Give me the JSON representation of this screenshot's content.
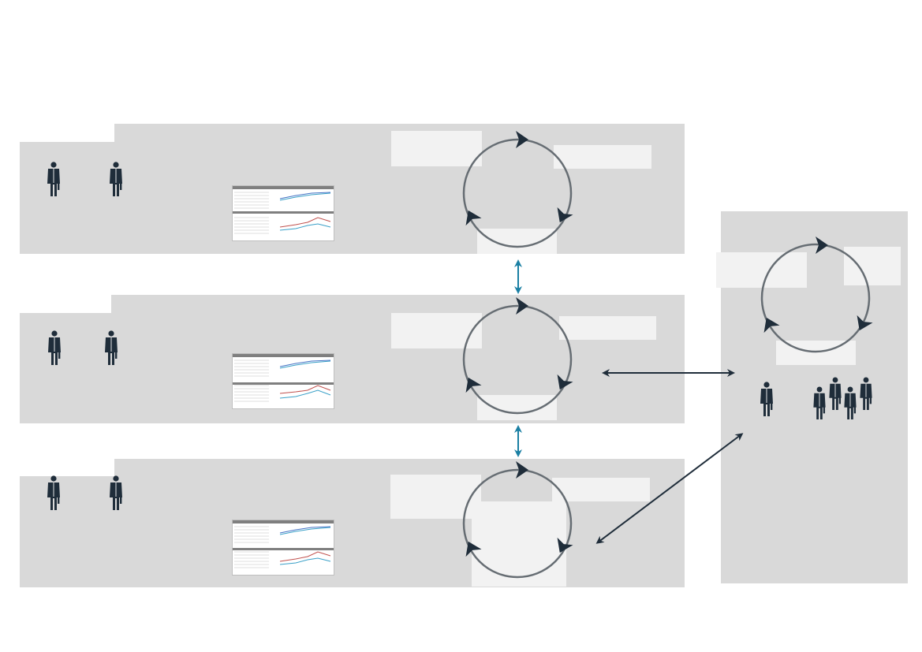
{
  "colors": {
    "panel": "#d9d9d9",
    "note": "#f2f2f2",
    "ink": "#1f2d3a",
    "cycle": "#666d73",
    "accent": "#1a7fa3",
    "report_header": "#7f7f7f",
    "series_a": "#3aa0c8",
    "series_b": "#c0504d",
    "series_c": "#4472c4"
  },
  "icons": {
    "person": "person-icon",
    "group": "group-icon",
    "cycle_arrow": "cycle-arrow-icon",
    "double_arrow": "double-arrow-icon"
  },
  "rows": [
    {
      "name": "level-1"
    },
    {
      "name": "level-2"
    },
    {
      "name": "level-3"
    }
  ],
  "side": {
    "name": "central-unit"
  }
}
